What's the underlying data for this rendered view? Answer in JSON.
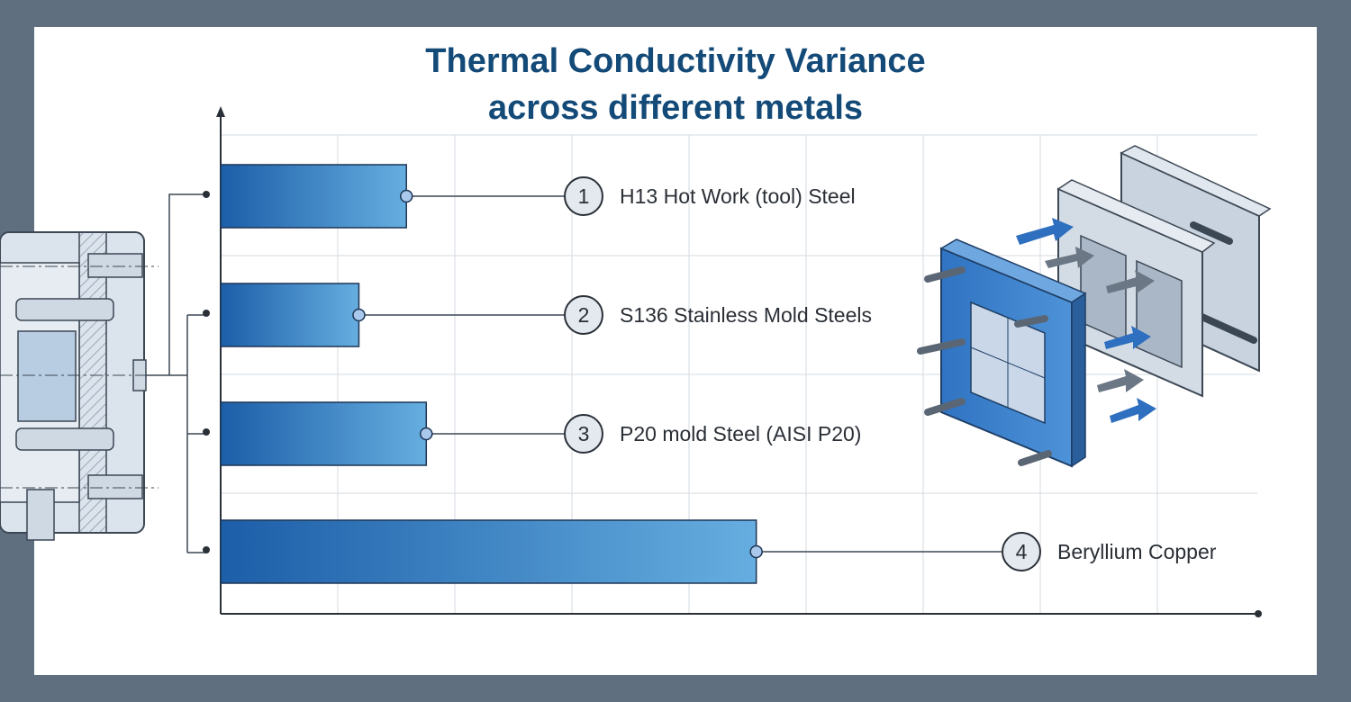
{
  "chart_data": {
    "type": "bar",
    "orientation": "horizontal",
    "title": "Thermal Conductivity Variance\nacross different metals",
    "xlabel": "",
    "ylabel": "",
    "grid": true,
    "xlim": [
      0,
      12
    ],
    "categories": [
      "H13 Hot Work (tool) Steel",
      "S136 Stainless Mold Steels",
      "P20 mold Steel (AISI P20)",
      "Beryllium Copper"
    ],
    "badges": [
      "1",
      "2",
      "3",
      "4"
    ],
    "values": [
      2.15,
      1.6,
      2.38,
      6.2
    ],
    "colors": {
      "bar_dark": "#1c5ea8",
      "bar_light": "#66aee0",
      "title": "#134a78",
      "frame": "#5f6f80"
    }
  }
}
